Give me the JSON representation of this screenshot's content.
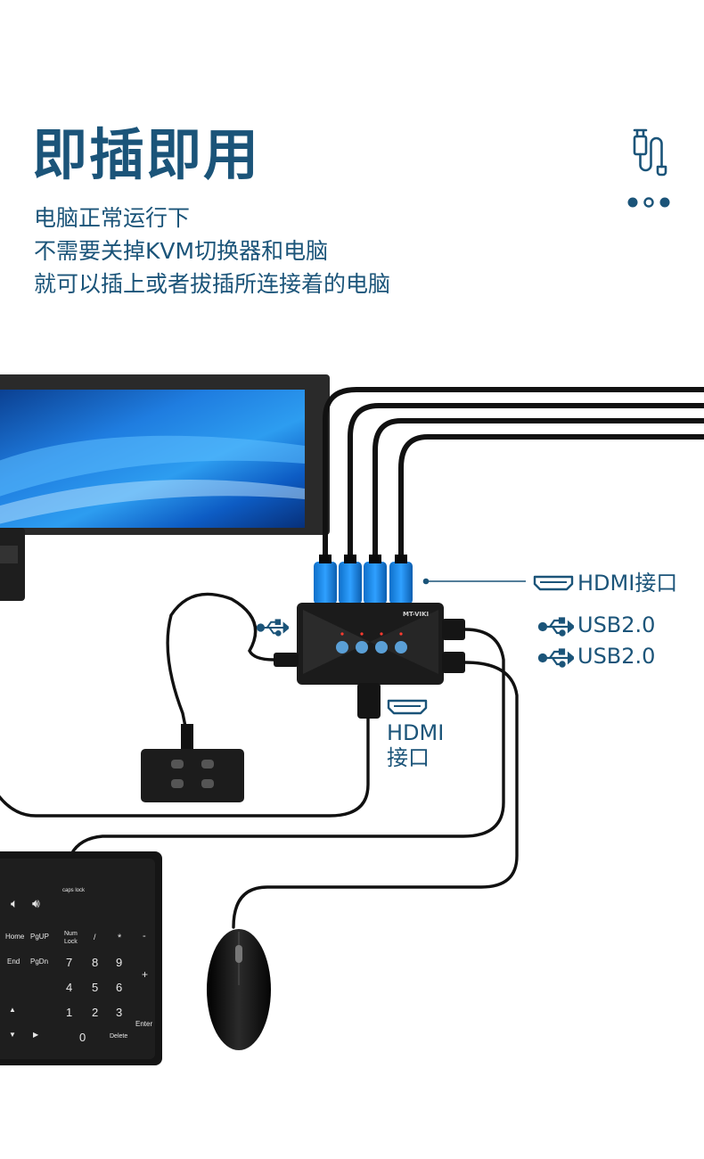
{
  "header": {
    "title": "即插即用",
    "lines": [
      "电脑正常运行下",
      "不需要关掉KVM切换器和电脑",
      "就可以插上或者拔插所连接着的电脑"
    ]
  },
  "icons": {
    "plug": "usb-plug-icon",
    "dots": "pagination-dots-icon",
    "hdmi": "hdmi-port-icon",
    "usb": "usb-symbol-icon"
  },
  "labels": {
    "hdmi_right": "HDMI接口",
    "usb_1": "USB2.0",
    "usb_2": "USB2.0",
    "hdmi_bottom_line1": "HDMI",
    "hdmi_bottom_line2": "接口"
  },
  "device": {
    "brand": "MT-VIKI"
  },
  "keyboard": {
    "caps_lock": "caps lock",
    "home": "Home",
    "pgup": "PgUP",
    "end": "End",
    "pgdn": "PgDn",
    "num_lock_1": "Num",
    "num_lock_2": "Lock",
    "slash": "/",
    "star": "*",
    "minus": "-",
    "plus": "+",
    "k7": "7",
    "k8": "8",
    "k9": "9",
    "k4": "4",
    "k5": "5",
    "k6": "6",
    "k1": "1",
    "k2": "2",
    "k3": "3",
    "k0": "0",
    "delete": "Delete",
    "enter": "Enter",
    "up": "▲",
    "down": "▼",
    "right": "▶"
  },
  "colors": {
    "primary": "#1b5479",
    "accent_blue": "#1e88e5",
    "device": "#1a1a1a"
  }
}
